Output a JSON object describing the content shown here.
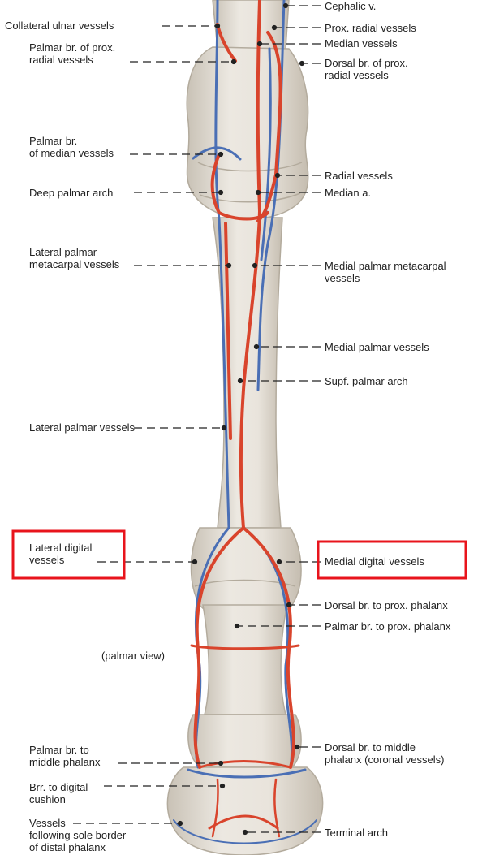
{
  "figure": {
    "view_label": "(palmar view)",
    "left_labels": [
      "Collateral ulnar vessels",
      "Palmar br. of prox.\nradial vessels",
      "Palmar br.\nof median vessels",
      "Deep palmar arch",
      "Lateral palmar\nmetacarpal vessels",
      "Lateral palmar vessels",
      "Lateral digital\nvessels",
      "Palmar br. to\nmiddle phalanx",
      "Brr. to digital\ncushion",
      "Vessels\nfollowing sole border\nof distal phalanx"
    ],
    "right_labels": [
      "Cephalic v.",
      "Prox. radial vessels",
      "Median vessels",
      "Dorsal br. of prox.\nradial vessels",
      "Radial vessels",
      "Median a.",
      "Medial palmar metacarpal\nvessels",
      "Medial palmar vessels",
      "Supf. palmar arch",
      "Medial digital vessels",
      "Dorsal br. to prox. phalanx",
      "Palmar br. to prox. phalanx",
      "Dorsal br. to middle\nphalanx (coronal vessels)",
      "Terminal arch"
    ],
    "highlighted_labels": [
      "Lateral digital\nvessels",
      "Medial digital vessels"
    ],
    "colors": {
      "artery": "#d9442c",
      "vein": "#4a6fb5",
      "bone": "#e4dfd6",
      "bone_edge": "#b3ab9d",
      "highlight": "#e8141c",
      "leader": "#222222"
    }
  }
}
